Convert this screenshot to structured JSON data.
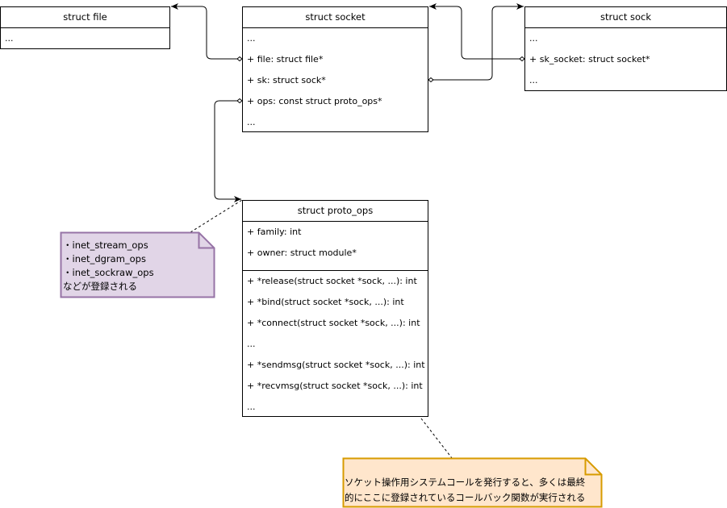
{
  "struct_file": {
    "title": "struct file",
    "rows": [
      "..."
    ]
  },
  "struct_socket": {
    "title": "struct socket",
    "rows": [
      "...",
      "+ file: struct file*",
      "+ sk: struct sock*",
      "+ ops: const struct proto_ops*",
      "..."
    ]
  },
  "struct_sock": {
    "title": "struct sock",
    "rows": [
      "...",
      "+ sk_socket: struct socket*",
      "..."
    ]
  },
  "struct_proto_ops": {
    "title": "struct proto_ops",
    "fields": [
      "+ family: int",
      "+ owner: struct module*"
    ],
    "methods": [
      "+ *release(struct socket *sock, ...): int",
      "+ *bind(struct socket *sock, ...): int",
      "+ *connect(struct socket *sock, ...): int",
      "...",
      "+ *sendmsg(struct socket *sock, ...): int",
      "+ *recvmsg(struct socket *sock, ...): int",
      "..."
    ]
  },
  "note_ops": {
    "lines": [
      "・inet_stream_ops",
      "・inet_dgram_ops",
      "・inet_sockraw_ops",
      "などが登録される"
    ],
    "fill": "#e1d5e7",
    "stroke": "#9673a6"
  },
  "note_callback": {
    "lines": [
      "ソケット操作用システムコールを発行すると、多くは最終",
      "的にここに登録されているコールバック関数が実行される"
    ],
    "fill": "#ffe6cc",
    "stroke": "#d79b00"
  }
}
